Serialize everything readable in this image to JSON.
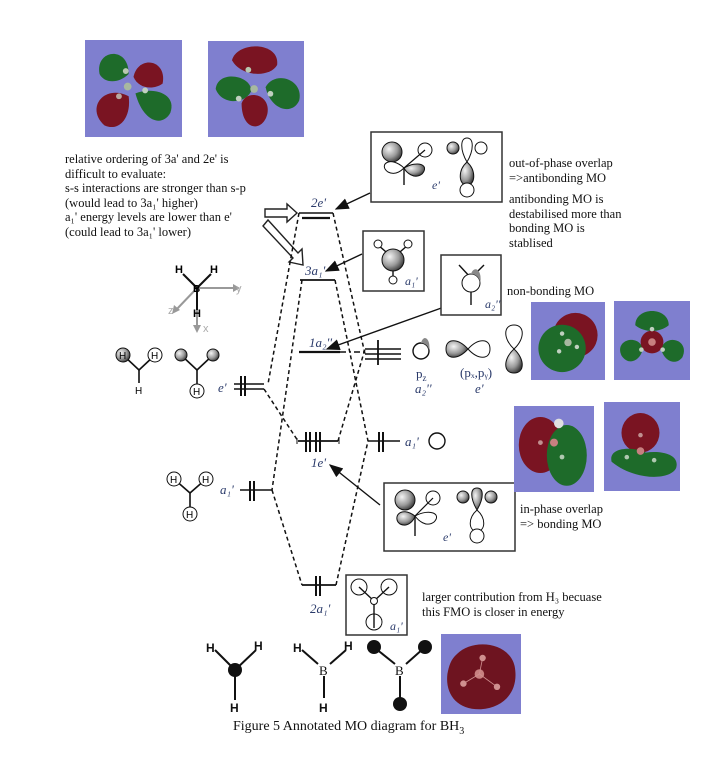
{
  "figure": {
    "caption": "Figure 5 Annotated MO diagram for BH",
    "caption_sub": "3"
  },
  "annotations": {
    "ordering_note": [
      "relative ordering of 3a' and 2e' is",
      "difficult to evaluate:",
      "s-s interactions are stronger than s-p",
      "(would lead to 3a₁' higher)",
      "a₁' energy levels are lower than e'",
      "(could lead to 3a₁' lower)"
    ],
    "antibonding_note": [
      "out-of-phase overlap",
      "=>antibonding MO"
    ],
    "destabilised_note": [
      "antibonding MO is",
      "destabilised more than",
      "bonding MO is",
      "stablised"
    ],
    "nonbonding_note": "non-bonding MO",
    "bonding_note": [
      "in-phase overlap",
      "=> bonding MO"
    ],
    "larger_contribution_note": [
      "larger contribution from H₃ becuase",
      "this FMO is closer in energy"
    ]
  },
  "mo_levels": {
    "2e": "2e'",
    "3a1": "3a₁'",
    "1a2": "1a₂''",
    "1e": "1e'",
    "2a1": "2a₁'"
  },
  "fragment_labels": {
    "h3_e": "e'",
    "h3_a1": "a₁'",
    "b_a1": "a₁'",
    "b_pz": "p",
    "b_pz_sub": "z",
    "b_pz_sym": "a₂''",
    "b_pxpy": "(pₓ,pᵧ)",
    "b_pxpy_sym": "e'",
    "box_e_top": "e'",
    "box_a1_top": "a₁'",
    "box_a2": "a₂''",
    "box_e_bottom": "e'",
    "box_a1_bottom": "a₁'"
  },
  "axes": {
    "x": "x",
    "y": "y",
    "z": "z",
    "atom_B": "B",
    "atom_H": "H"
  },
  "colors": {
    "render_bg": "#7f7fcf",
    "lobe_red": "#7a1422",
    "lobe_green": "#1e6b2a",
    "label_blue": "#2a3a6a"
  }
}
